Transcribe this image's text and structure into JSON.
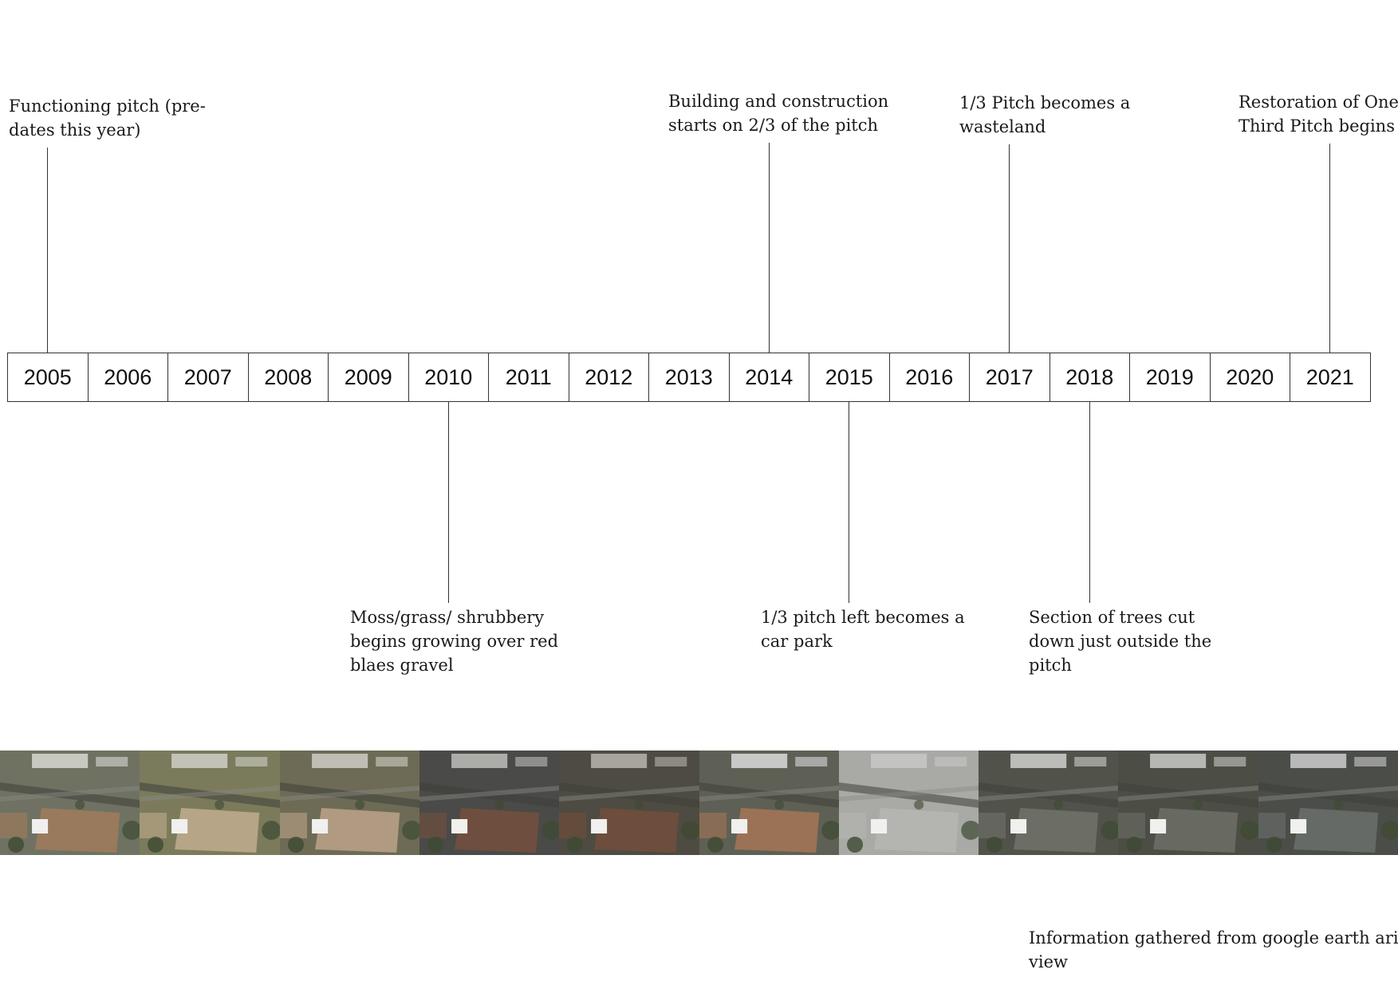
{
  "timeline": {
    "years": [
      "2005",
      "2006",
      "2007",
      "2008",
      "2009",
      "2010",
      "2011",
      "2012",
      "2013",
      "2014",
      "2015",
      "2016",
      "2017",
      "2018",
      "2019",
      "2020",
      "2021"
    ],
    "events_above": [
      {
        "year": "2005",
        "text": "Functioning pitch (pre-\ndates this year)"
      },
      {
        "year": "2014",
        "text": "Building and construction\nstarts on 2/3 of the pitch"
      },
      {
        "year": "2017",
        "text": "1/3 Pitch becomes a\nwasteland"
      },
      {
        "year": "2021",
        "text": "Restoration of One\nThird Pitch begins"
      }
    ],
    "events_below": [
      {
        "year": "2010",
        "text": "Moss/grass/ shrubbery\nbegins growing over red\nblaes gravel"
      },
      {
        "year": "2015",
        "text": "1/3 pitch left becomes a\ncar park"
      },
      {
        "year": "2018",
        "text": "Section of trees cut\ndown just outside the\npitch"
      }
    ]
  },
  "photos": [
    {
      "name": "aerial-photo-1",
      "tone": "#6f7262",
      "pitch": "#9a7a5c",
      "buildings": "#d8d8d2"
    },
    {
      "name": "aerial-photo-2",
      "tone": "#7b7b5c",
      "pitch": "#b6a586",
      "buildings": "#cfcfc6"
    },
    {
      "name": "aerial-photo-3",
      "tone": "#6d6b55",
      "pitch": "#b09a82",
      "buildings": "#cfcdc6"
    },
    {
      "name": "aerial-photo-4",
      "tone": "#4a4a48",
      "pitch": "#6e4e3e",
      "buildings": "#bdbdbb"
    },
    {
      "name": "aerial-photo-5",
      "tone": "#4e4b42",
      "pitch": "#6d4d3c",
      "buildings": "#b9b5ab"
    },
    {
      "name": "aerial-photo-6",
      "tone": "#5f6055",
      "pitch": "#9b7256",
      "buildings": "#d9dadc"
    },
    {
      "name": "aerial-photo-7",
      "tone": "#a9a9a6",
      "pitch": "#b4b4b0",
      "buildings": "#c8c8c6"
    },
    {
      "name": "aerial-photo-8",
      "tone": "#51534a",
      "pitch": "#6c6e66",
      "buildings": "#cfd0cc"
    },
    {
      "name": "aerial-photo-9",
      "tone": "#4c4e45",
      "pitch": "#686a62",
      "buildings": "#c9cac6"
    },
    {
      "name": "aerial-photo-10",
      "tone": "#4b4e48",
      "pitch": "#666a66",
      "buildings": "#cbcdcc"
    }
  ],
  "source_note": "Information gathered from google earth ariel\nview"
}
